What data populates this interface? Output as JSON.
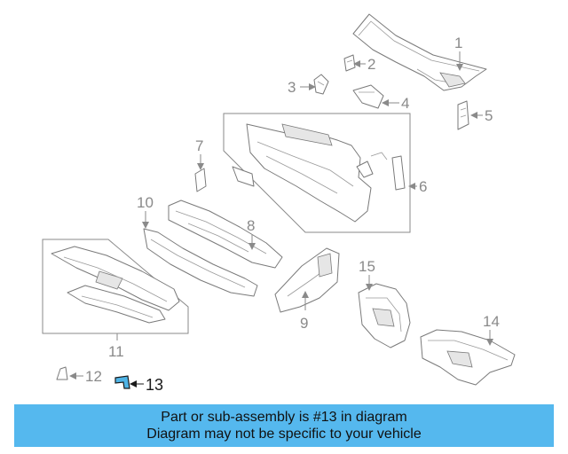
{
  "diagram": {
    "callouts": [
      "1",
      "2",
      "3",
      "4",
      "5",
      "6",
      "7",
      "8",
      "9",
      "10",
      "11",
      "12",
      "13",
      "14",
      "15"
    ],
    "highlighted_part": "13",
    "highlight_color": "#4fb4e6"
  },
  "footer": {
    "line1": "Part or sub-assembly is #13 in diagram",
    "line2": "Diagram may not be specific to your vehicle",
    "background_color": "#55b8ee"
  }
}
